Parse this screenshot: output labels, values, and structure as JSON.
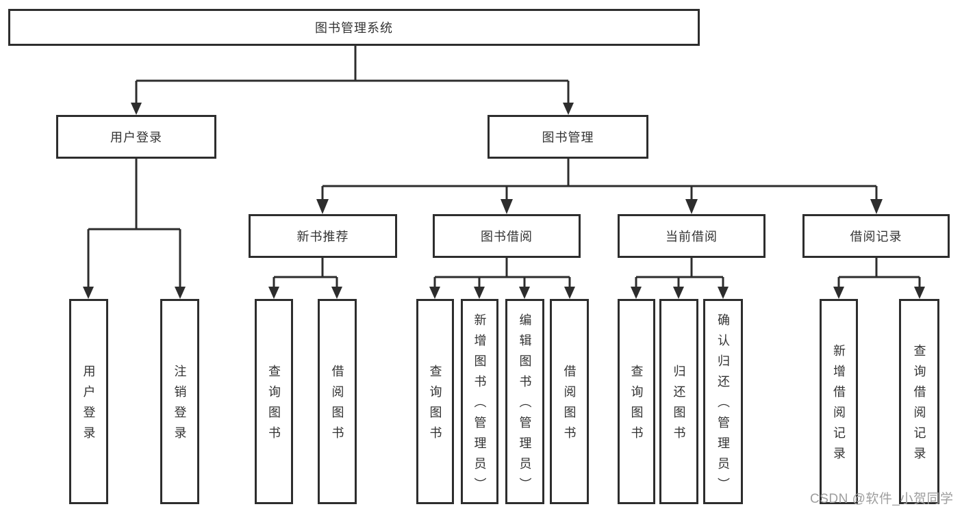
{
  "tree": {
    "label": "图书管理系统",
    "children": [
      {
        "label": "用户登录",
        "children": [
          {
            "label": "用户登录"
          },
          {
            "label": "注销登录"
          }
        ]
      },
      {
        "label": "图书管理",
        "children": [
          {
            "label": "新书推荐",
            "children": [
              {
                "label": "查询图书"
              },
              {
                "label": "借阅图书"
              }
            ]
          },
          {
            "label": "图书借阅",
            "children": [
              {
                "label": "查询图书"
              },
              {
                "label": "新增图书（管理员）"
              },
              {
                "label": "编辑图书（管理员）"
              },
              {
                "label": "借阅图书"
              }
            ]
          },
          {
            "label": "当前借阅",
            "children": [
              {
                "label": "查询图书"
              },
              {
                "label": "归还图书"
              },
              {
                "label": "确认归还（管理员）"
              }
            ]
          },
          {
            "label": "借阅记录",
            "children": [
              {
                "label": "新增借阅记录"
              },
              {
                "label": "查询借阅记录"
              }
            ]
          }
        ]
      }
    ]
  },
  "watermark": {
    "text": "CSDN @软件_小贺同学"
  },
  "colors": {
    "line": "#2d2d2d",
    "text": "#333333",
    "watermark": "#9e9e9e",
    "background": "#ffffff"
  }
}
